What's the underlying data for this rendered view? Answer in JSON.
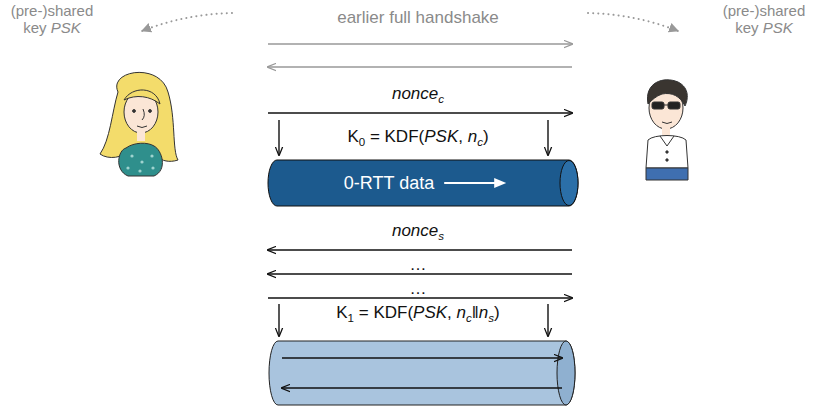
{
  "diagram": {
    "nodes": [
      {
        "text": [
          "0-RTT data"
        ]
      }
    ],
    "labels": [
      "(pre-)shared key PSK",
      "(pre-)shared key PSK",
      "earlier full handshake",
      "noncec",
      "K0 = KDF(PSK, nc)",
      "nonces",
      "…",
      "…",
      "K1 = KDF(PSK, nc‖ns)"
    ]
  }
}
